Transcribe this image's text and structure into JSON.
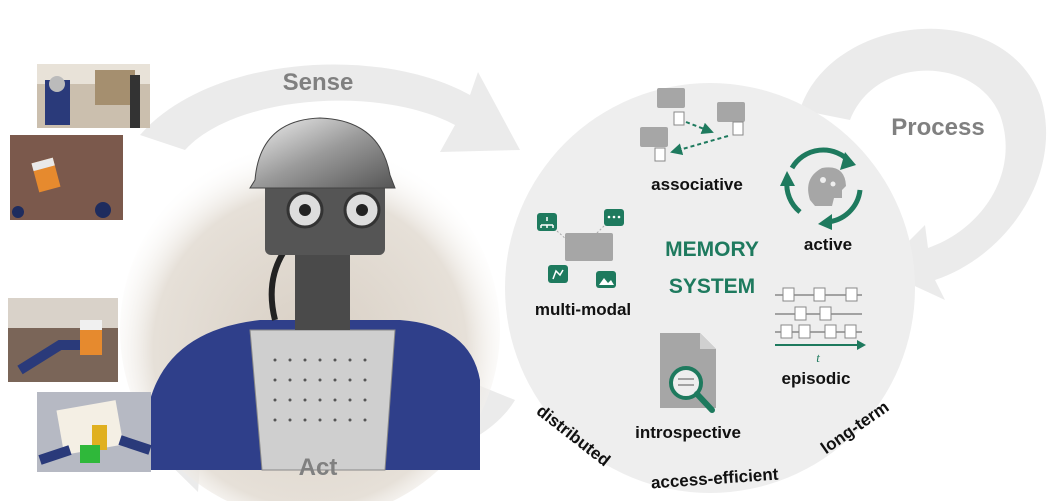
{
  "cycle": {
    "sense": "Sense",
    "process": "Process",
    "act": "Act"
  },
  "memory": {
    "title_line1": "MEMORY",
    "title_line2": "SYSTEM",
    "properties": {
      "associative": "associative",
      "active": "active",
      "multimodal": "multi-modal",
      "episodic": "episodic",
      "introspective": "introspective",
      "time_axis": "t"
    },
    "arc_labels": {
      "distributed": "distributed",
      "access_efficient": "access-efficient",
      "long_term": "long-term"
    }
  },
  "colors": {
    "accent_green": "#1e7a5e",
    "arrow_gray": "#ebebeb",
    "circle_gray": "#eeeeee",
    "label_gray": "#808080"
  }
}
